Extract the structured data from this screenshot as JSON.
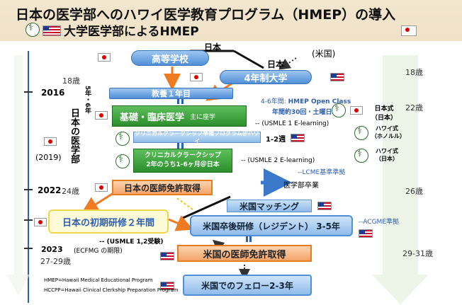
{
  "header": {
    "title": "日本の医学部へのハワイ医学教育プログラム（HMEP）の導入",
    "subtitle": "大学医学部によるHMEP"
  },
  "labels": {
    "japan_top": "日本",
    "japan_mid": "日本",
    "us_note": "(米国)",
    "high_school": "高等学校",
    "univ4": "4年制大学",
    "culture": "教養１年目",
    "basic_clinical": "基礎・臨床医学",
    "basic_note": "主に座学",
    "ccpp_hawaii": "クリニカルクラークシップ準備プログラム＠ハワイ",
    "ccpp_weeks": "1-2週",
    "clerkship_l1": "クリニカルクラークシップ",
    "clerkship_l2": "2年のうち1-6ヶ月＠日本",
    "license_jp": "日本の医師免許取得",
    "residency_jp": "日本の初期研修２年間",
    "match_us": "米国マッチング",
    "residency_us": "米国卒後研修（レジデント） 3-5年",
    "license_us": "米国の医師免許取得",
    "fellow_us": "米国でのフェロー2-3年",
    "usmle1": "-- (USMLE 1 E-learning)",
    "usmle2": "-- (USMLE 2 E-learning)",
    "usmle12": "-- (USMLE 1,2受験)",
    "lcme": "--LCME基準準拠",
    "acgme": "--ACGME準拠",
    "grad": "医学部卒業",
    "open_class_l1": "4-6年間:",
    "open_class_name": "HMEP Open Class",
    "open_class_l2": "年間約30回・土曜日",
    "style_jp": "日本式（日本）",
    "style_hawaii": "ハワイ式（ホノルル）",
    "style_hawaii_jp": "ハワイ式（日本）",
    "side_jp_med": "日本の医学部",
    "side_years": "5年・6年",
    "hmep_def": "HMEP=Hawaii Medical Educational Program",
    "hccpp_def": "HCCPP=Hawaii Clinical Clerkship Preparation Program"
  },
  "timeline": {
    "y2016": "2016",
    "y2019": "(2019)",
    "y2022": "2022",
    "y2023": "2023",
    "ecfmg": "(ECFMG の期限)",
    "age18": "18歳",
    "age24": "24歳",
    "age27_29": "27-29歳"
  },
  "ages_right": {
    "a18": "18歳",
    "a22": "22歳",
    "a26": "26歳",
    "a29_31": "29-31歳"
  }
}
